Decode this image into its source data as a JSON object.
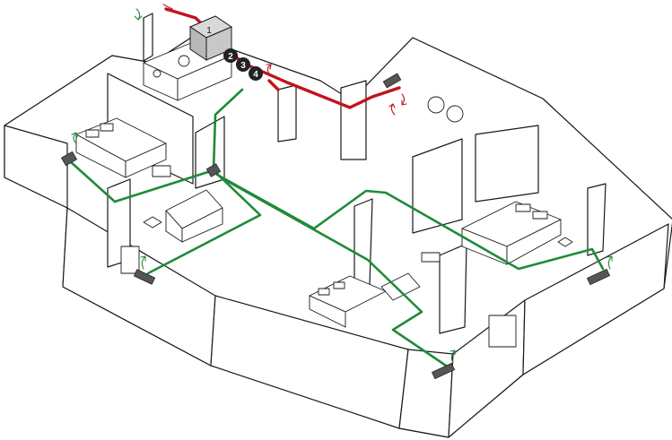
{
  "diagram": {
    "unit_label": "1",
    "numbered_markers": [
      "2",
      "3",
      "4"
    ]
  },
  "colors": {
    "supply": "#1f8a3a",
    "exhaust": "#c0141c",
    "vent": "#555555",
    "marker": "#222222"
  }
}
